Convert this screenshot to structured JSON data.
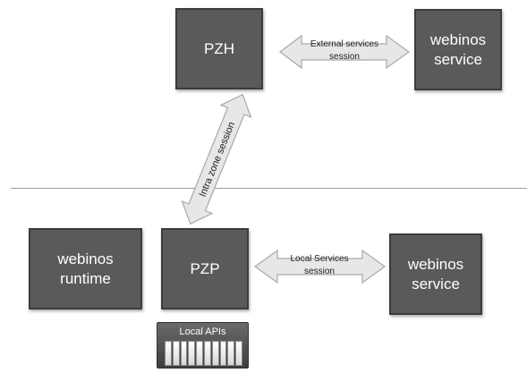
{
  "nodes": {
    "pzh": "PZH",
    "webinos_service_top": "webinos\nservice",
    "webinos_runtime": "webinos\nruntime",
    "pzp": "PZP",
    "webinos_service_bottom": "webinos\nservice"
  },
  "arrows": {
    "external": {
      "line1": "External services",
      "line2": "session"
    },
    "intra": "Intra zone session",
    "local": {
      "line1": "Local Services",
      "line2": "session"
    }
  },
  "local_apis": {
    "label": "Local APIs",
    "bar_count": 10
  },
  "colors": {
    "box_fill": "#5a5a5a",
    "arrow_fill": "#e7e7e7"
  }
}
